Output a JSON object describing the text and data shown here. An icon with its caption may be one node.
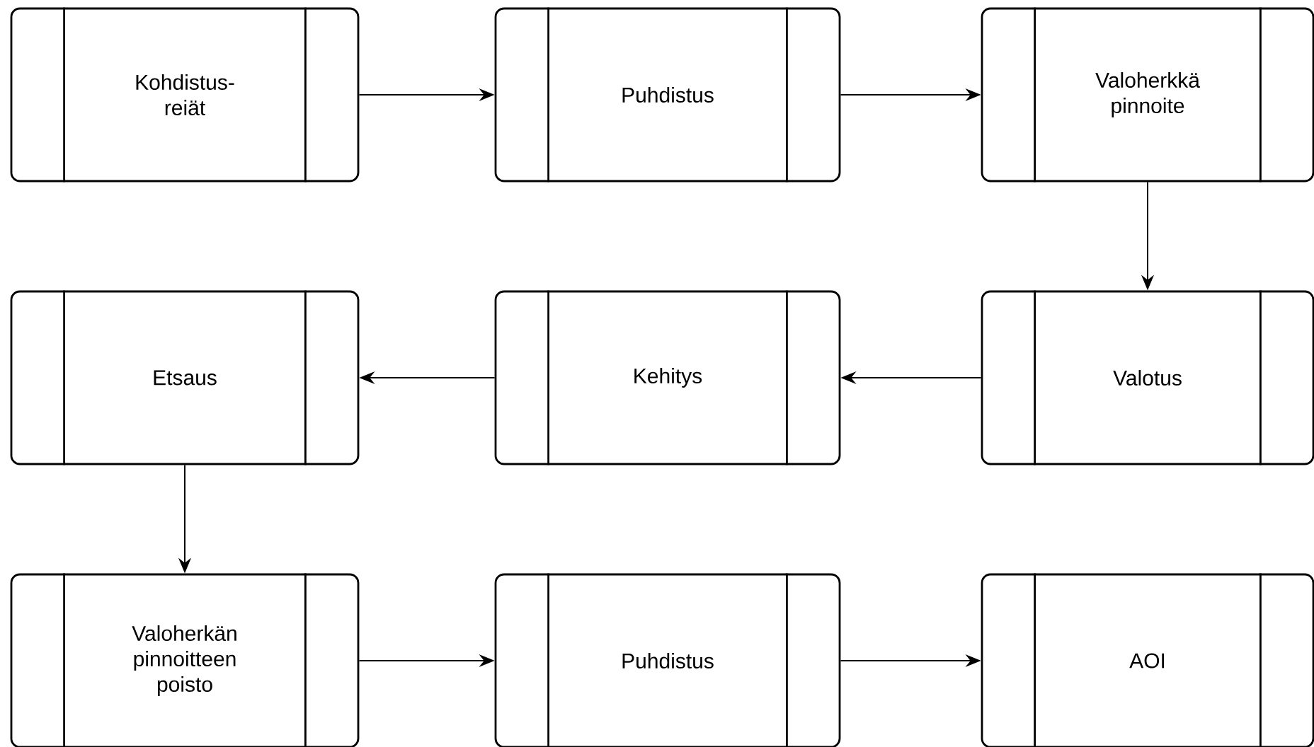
{
  "diagram": {
    "nodes": [
      {
        "text": [
          "Kohdistus-reiät"
        ]
      },
      {
        "text": [
          "Puhdistus"
        ]
      },
      {
        "text": [
          "Valoherkkä pinnoite"
        ]
      },
      {
        "text": [
          "Etsaus"
        ]
      },
      {
        "text": [
          "Kehitys"
        ]
      },
      {
        "text": [
          "Valotus"
        ]
      },
      {
        "text": [
          "Valoherkän pinnoitteen poisto"
        ]
      },
      {
        "text": [
          "Puhdistus"
        ]
      },
      {
        "text": [
          "AOI"
        ]
      }
    ],
    "edges": [
      {
        "from": 0,
        "to": 1,
        "arrow": "to"
      },
      {
        "from": 1,
        "to": 2,
        "arrow": "to"
      },
      {
        "from": 2,
        "to": 5,
        "arrow": "to"
      },
      {
        "from": 5,
        "to": 4,
        "arrow": "to"
      },
      {
        "from": 4,
        "to": 3,
        "arrow": "to"
      },
      {
        "from": 3,
        "to": 6,
        "arrow": "to"
      },
      {
        "from": 6,
        "to": 7,
        "arrow": "to"
      },
      {
        "from": 7,
        "to": 8,
        "arrow": "to"
      }
    ]
  }
}
